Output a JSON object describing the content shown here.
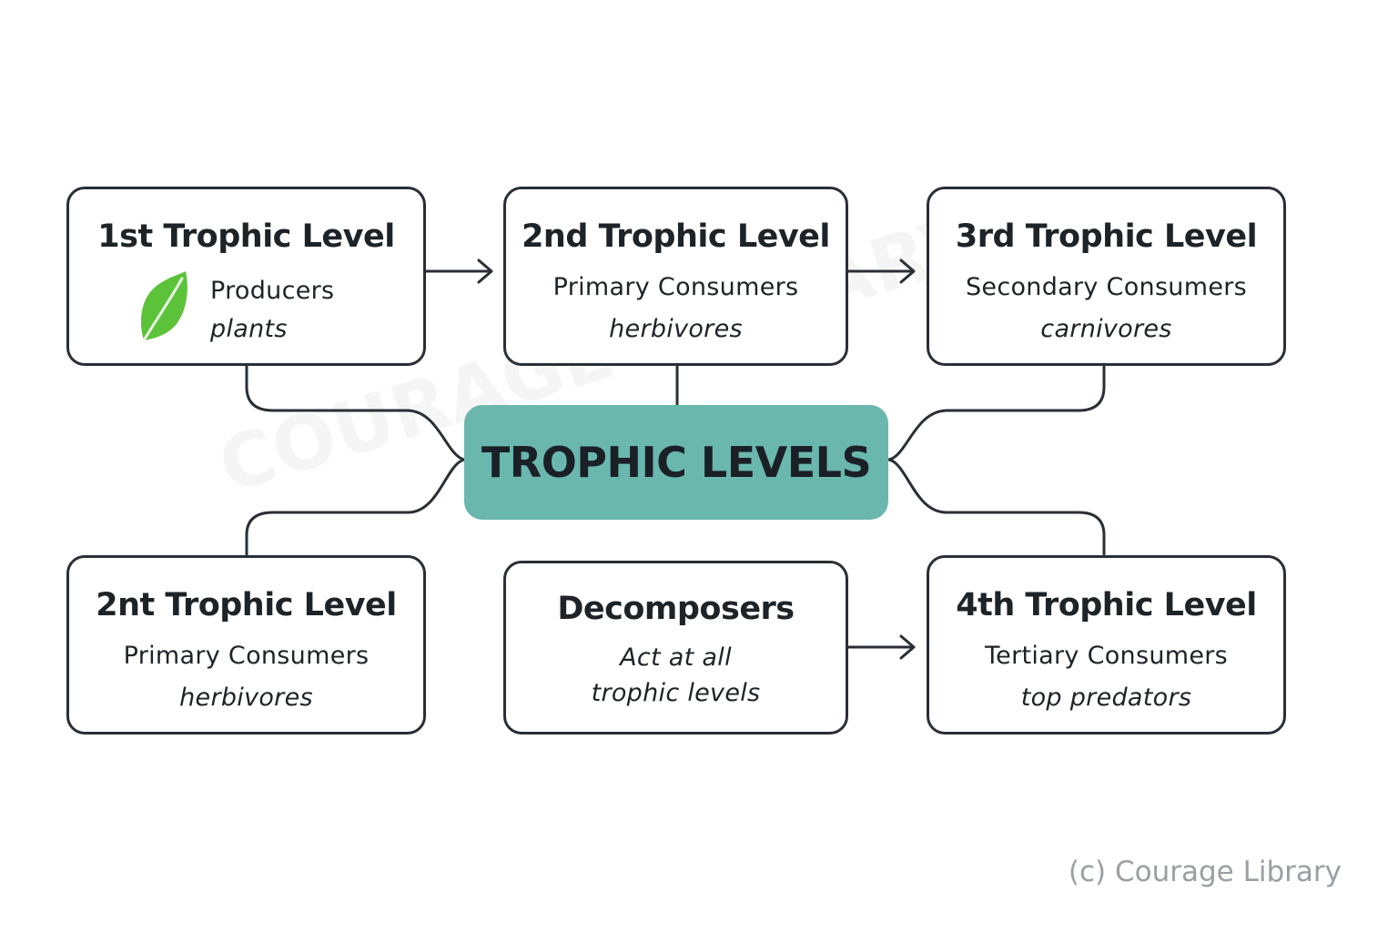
{
  "center_label": "TROPHIC LEVELS",
  "nodes": {
    "level1": {
      "title": "1st Trophic Level",
      "subtitle": "Producers",
      "example": "plants",
      "icon": "leaf-icon"
    },
    "level2": {
      "title": "2nd Trophic Level",
      "subtitle": "Primary Consumers",
      "example": "herbivores"
    },
    "level3": {
      "title": "3rd Trophic Level",
      "subtitle": "Secondary Consumers",
      "example": "carnivores"
    },
    "level2b": {
      "title": "2nt Trophic Level",
      "subtitle": "Primary Consumers",
      "example": "herbivores"
    },
    "decomposers": {
      "title": "Decomposers",
      "example_line1": "Act at all",
      "example_line2": "trophic levels"
    },
    "level4": {
      "title": "4th Trophic Level",
      "subtitle": "Tertiary Consumers",
      "example": "top predators"
    }
  },
  "edges": [
    {
      "from": "1st Trophic Level",
      "to": "2nd Trophic Level",
      "type": "arrow"
    },
    {
      "from": "2nd Trophic Level",
      "to": "3rd Trophic Level",
      "type": "arrow"
    },
    {
      "from": "Decomposers",
      "to": "4th Trophic Level",
      "type": "arrow"
    },
    {
      "from": "TROPHIC LEVELS",
      "to": "1st Trophic Level",
      "type": "line"
    },
    {
      "from": "TROPHIC LEVELS",
      "to": "2nd Trophic Level",
      "type": "line"
    },
    {
      "from": "TROPHIC LEVELS",
      "to": "3rd Trophic Level",
      "type": "line"
    },
    {
      "from": "TROPHIC LEVELS",
      "to": "2nt Trophic Level",
      "type": "line"
    },
    {
      "from": "TROPHIC LEVELS",
      "to": "4th Trophic Level",
      "type": "line"
    }
  ],
  "colors": {
    "center_fill": "#6ab7ae",
    "border": "#2a2f36",
    "leaf": "#5cc23a"
  },
  "watermark_text": "COURAGE LIBRARY",
  "copyright": "(c) Courage Library"
}
